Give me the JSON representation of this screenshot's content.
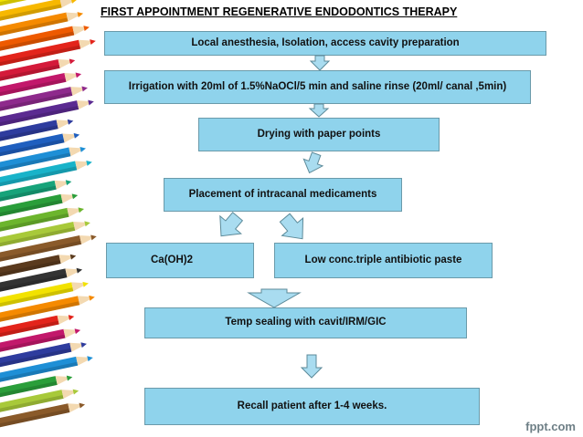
{
  "title": "FIRST APPOINTMENT REGENERATIVE ENDODONTICS THERAPY",
  "steps": {
    "anesthesia": "Local anesthesia, Isolation, access cavity preparation",
    "irrigation": "Irrigation with 20ml of 1.5%NaOCl/5 min and saline rinse (20ml/ canal ,5min)",
    "drying": "Drying with paper points",
    "medicament": "Placement of intracanal medicaments",
    "caoh": "Ca(OH)2",
    "tap": "Low conc.triple antibiotic paste",
    "sealing": "Temp sealing  with cavit/IRM/GIC",
    "recall": "Recall patient after 1-4 weeks."
  },
  "watermark": "fppt.com",
  "colors": {
    "box_fill": "#8fd3ec",
    "box_border": "#6a9aaa",
    "arrow_fill": "#a9dcf0"
  }
}
